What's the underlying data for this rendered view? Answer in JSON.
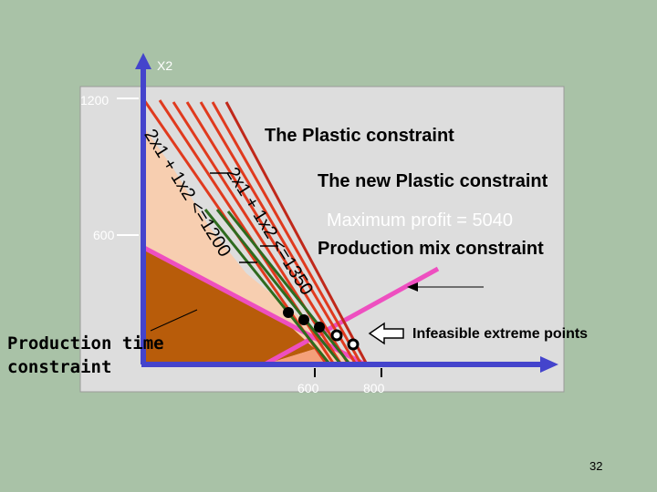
{
  "axes": {
    "y_label": "X2",
    "y_tick_1200": "1200",
    "y_tick_600": "600",
    "x_tick_600": "600",
    "x_tick_800": "800"
  },
  "annotations": {
    "plastic": "The Plastic constraint",
    "new_plastic": "The new Plastic constraint",
    "max_profit": "Maximum profit = 5040",
    "prod_mix": "Production mix constraint",
    "infeasible": "Infeasible extreme points",
    "prod_time": "Production time\nconstraint"
  },
  "equations": {
    "plastic": "2x1 + 1x2 <=1200",
    "new_plastic": "2x1 + 1x2 <=1350"
  },
  "page_number": "32",
  "colors": {
    "background": "#a9c2a7",
    "plot_area": "#dddddd",
    "axis": "#4444cc",
    "feasible_dark": "#b85c0a",
    "feasible_light": "#f7ceb0",
    "constraint_pink": "#ee4fc0",
    "constraint_red": "#e03a1e",
    "profit_green": "#2e6b1f"
  }
}
